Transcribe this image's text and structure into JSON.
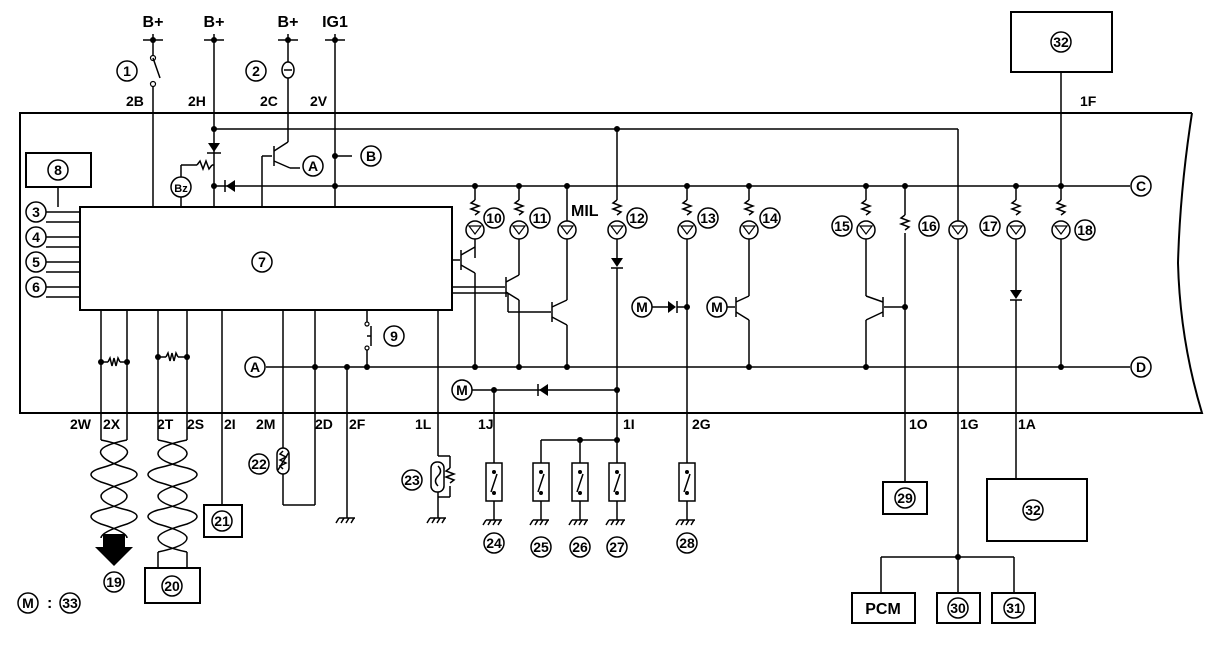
{
  "power": {
    "bplus1": "B+",
    "bplus2": "B+",
    "bplus3": "B+",
    "ig1": "IG1"
  },
  "pins": {
    "p2B": "2B",
    "p2H": "2H",
    "p2C": "2C",
    "p2V": "2V",
    "p1F": "1F",
    "p2W": "2W",
    "p2X": "2X",
    "p2T": "2T",
    "p2S": "2S",
    "p2I": "2I",
    "p2M": "2M",
    "p2D": "2D",
    "p2F": "2F",
    "p1L": "1L",
    "p1J": "1J",
    "p1I": "1I",
    "p2G": "2G",
    "p1O": "1O",
    "p1G": "1G",
    "p1A": "1A"
  },
  "connectors": {
    "a": "A",
    "b": "B",
    "c": "C",
    "d": "D"
  },
  "labels": {
    "mil": "MIL",
    "bz": "Bz",
    "m": "M",
    "pcm": "PCM",
    "legend_sep": ":"
  },
  "components": {
    "c1": "1",
    "c2": "2",
    "c3": "3",
    "c4": "4",
    "c5": "5",
    "c6": "6",
    "c7": "7",
    "c8": "8",
    "c9": "9",
    "c10": "10",
    "c11": "11",
    "c12": "12",
    "c13": "13",
    "c14": "14",
    "c15": "15",
    "c16": "16",
    "c17": "17",
    "c18": "18",
    "c19": "19",
    "c20": "20",
    "c21": "21",
    "c22": "22",
    "c23": "23",
    "c24": "24",
    "c25": "25",
    "c26": "26",
    "c27": "27",
    "c28": "28",
    "c29": "29",
    "c30": "30",
    "c31": "31",
    "c32a": "32",
    "c32b": "32",
    "c33": "33"
  }
}
